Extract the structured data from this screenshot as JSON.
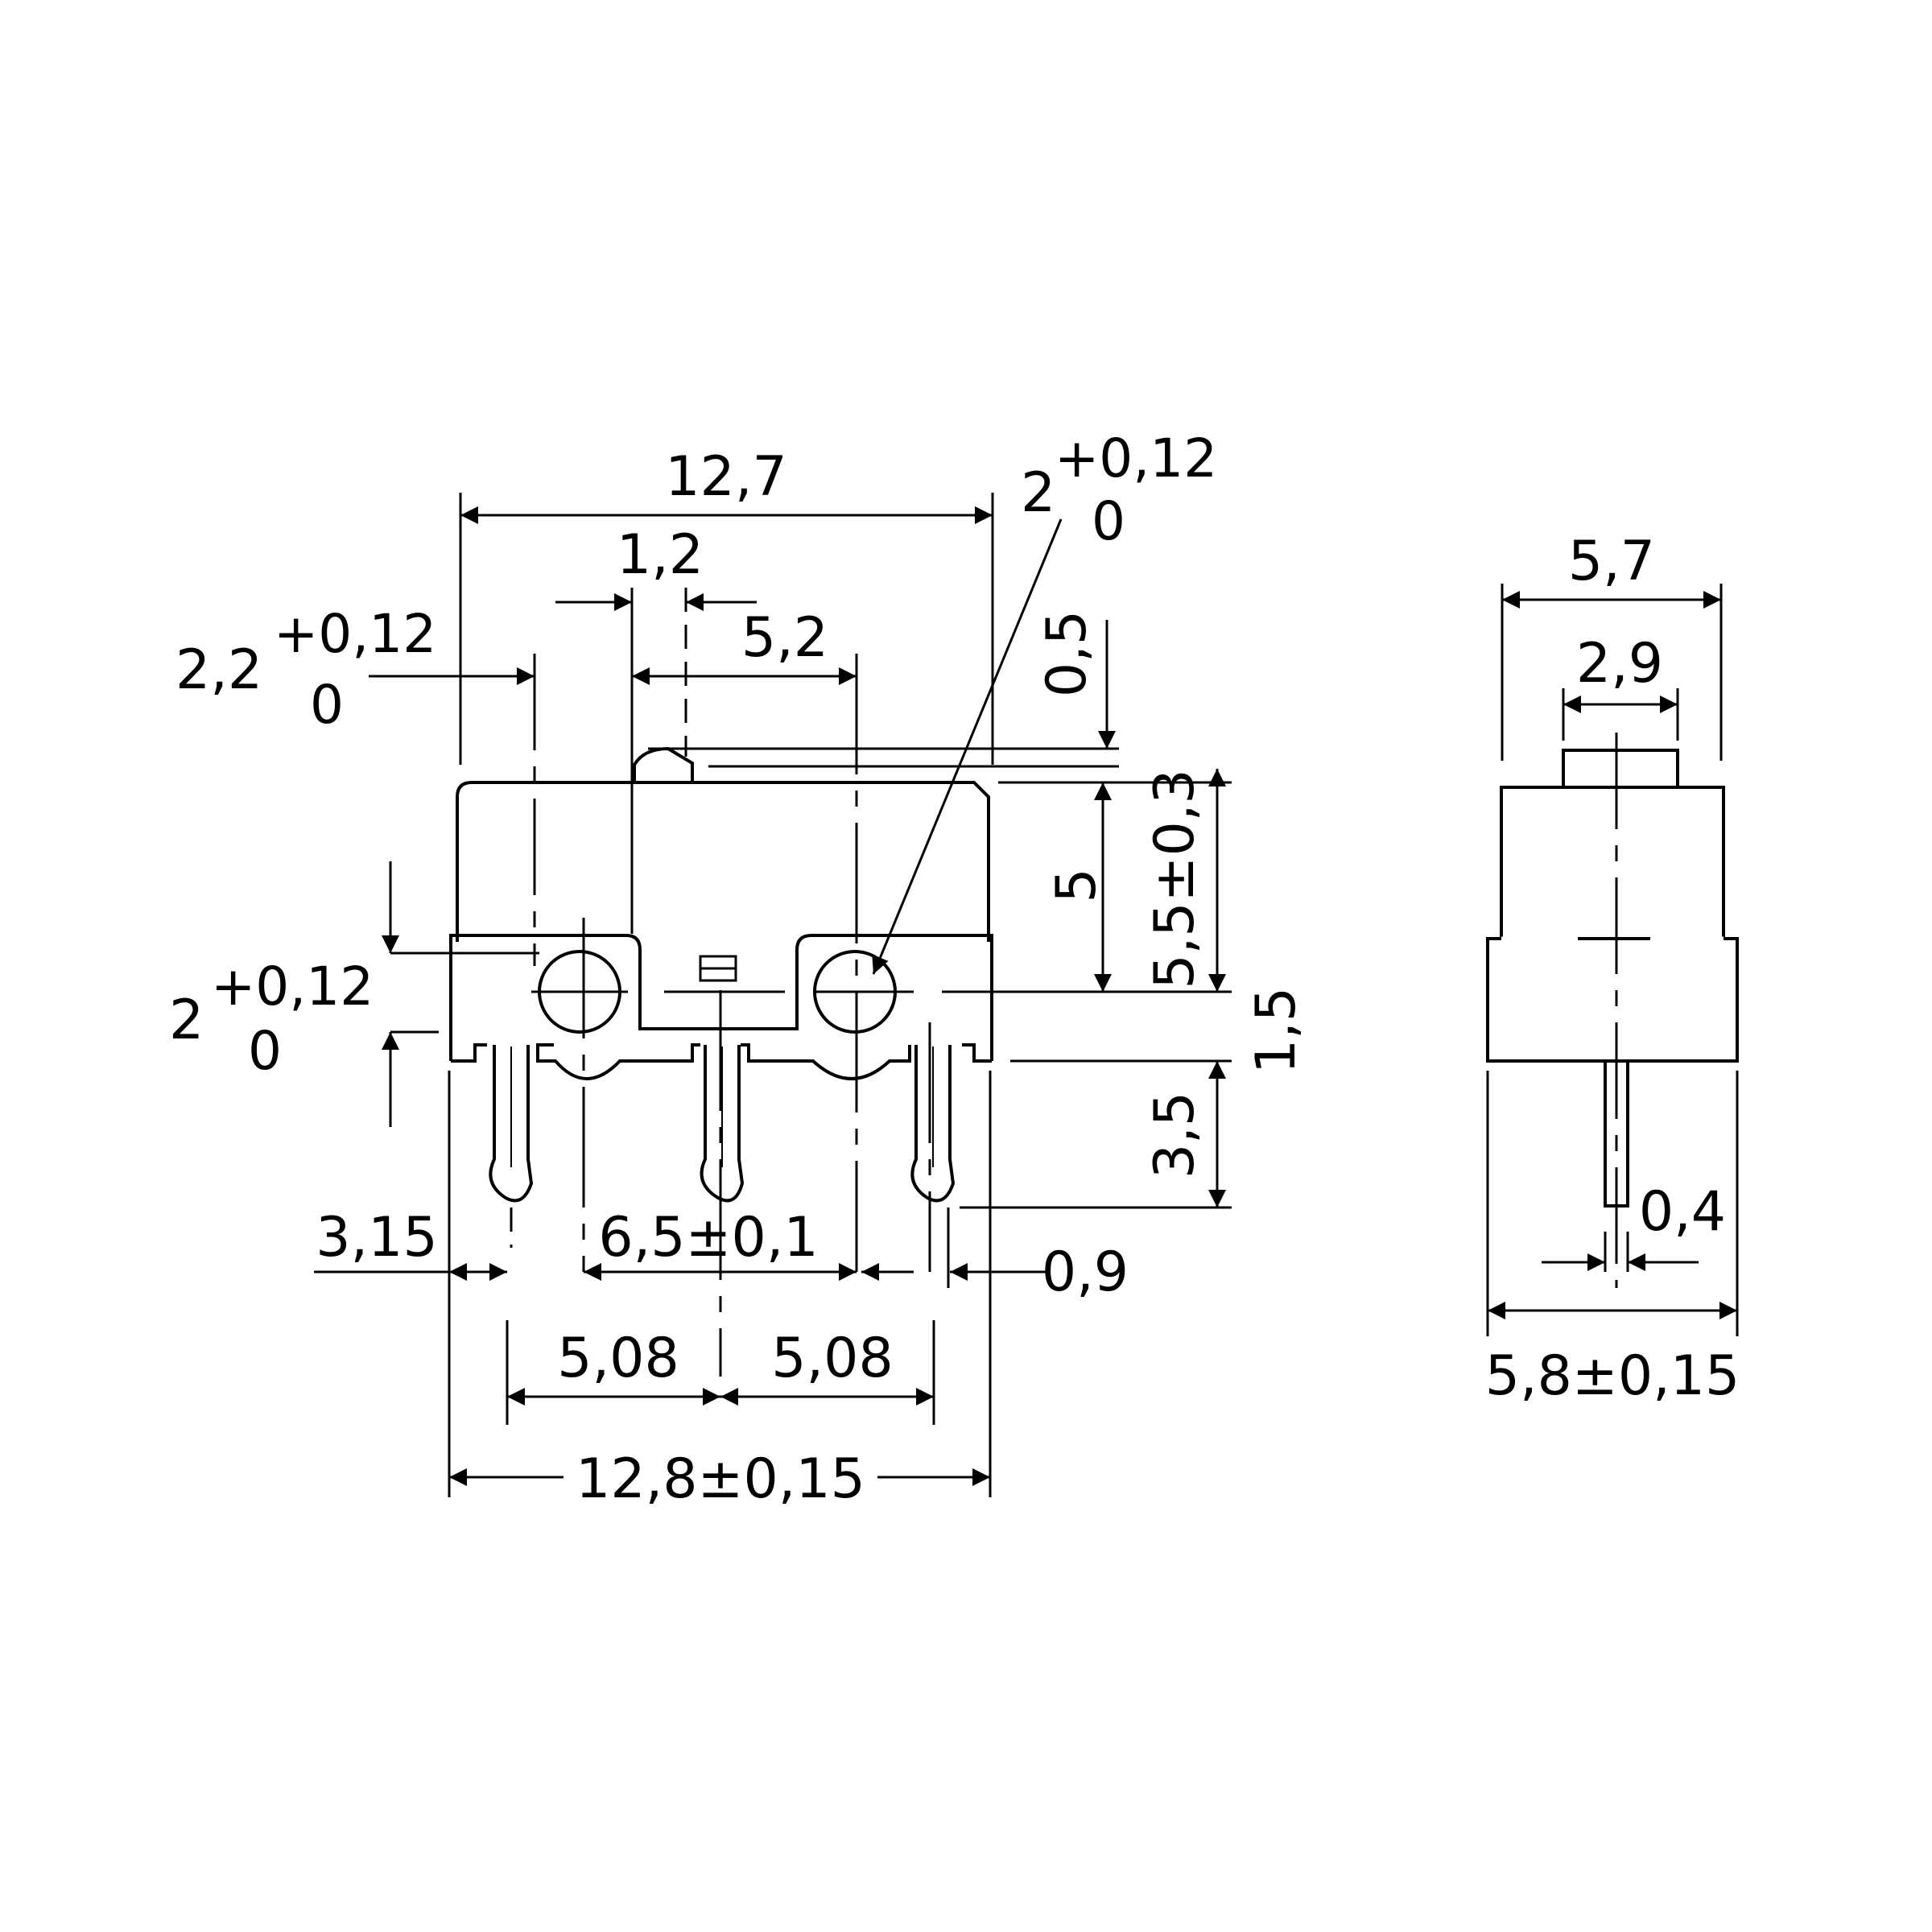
{
  "front_view": {
    "overall_length": "12,7",
    "lever_width": "1,2",
    "hole_to_lever": "5,2",
    "hole_left_dia": {
      "base": "2,2",
      "upper": "+0,12",
      "lower": "0"
    },
    "hole_right_dia": {
      "base": "2",
      "upper": "+0,12",
      "lower": "0"
    },
    "hole_height_dia": {
      "base": "2",
      "upper": "+0,12",
      "lower": "0"
    },
    "lever_height": "0,5",
    "body_to_hole": "5",
    "body_height": "5,5±0,3",
    "hole_to_bottom": "1,5",
    "pin_length": "3,5",
    "left_offset": "3,15",
    "hole_spacing": "6,5±0,1",
    "right_offset": "0,9",
    "pin_pitch_1": "5,08",
    "pin_pitch_2": "5,08",
    "body_length": "12,8±0,15"
  },
  "side_view": {
    "top_width": "5,7",
    "plunger_width": "2,9",
    "pin_thickness": "0,4",
    "base_width": "5,8±0,15"
  }
}
